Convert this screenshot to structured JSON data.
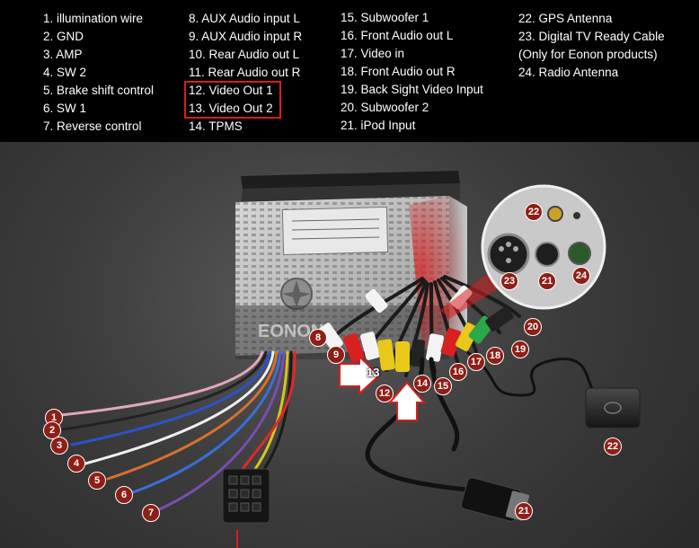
{
  "legend": {
    "columns": [
      [
        "1. illumination wire",
        "2. GND",
        "3. AMP",
        "4. SW 2",
        "5. Brake shift control",
        "6. SW 1",
        "7. Reverse control"
      ],
      [
        "8. AUX Audio input L",
        "9. AUX Audio input R",
        "10. Rear Audio  out L",
        "11. Rear Audio  out R",
        "12. Video Out 1",
        "13. Video Out 2",
        "14. TPMS"
      ],
      [
        "15. Subwoofer 1",
        "16. Front Audio out L",
        "17. Video in",
        "18. Front Audio out R",
        "19. Back Sight Video Input",
        "20. Subwoofer 2",
        "21. iPod Input"
      ],
      [
        "22. GPS Antenna",
        "23. Digital TV Ready Cable",
        "(Only for Eonon products)",
        "24. Radio Antenna"
      ]
    ]
  },
  "photo": {
    "watermark": "EONON",
    "highlight_color": "#d81e1e",
    "badge_color": "#8e1f16",
    "badges": [
      "1",
      "2",
      "3",
      "4",
      "5",
      "6",
      "7",
      "8",
      "9",
      "12",
      "14",
      "15",
      "16",
      "17",
      "18",
      "19",
      "20",
      "21",
      "22",
      "21",
      "22",
      "23",
      "24"
    ],
    "labels": [
      "13"
    ]
  }
}
